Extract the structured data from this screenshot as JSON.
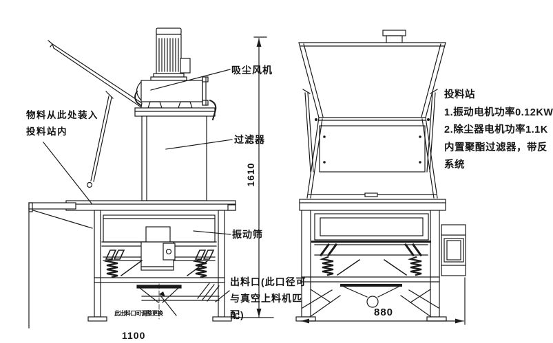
{
  "drawing": {
    "kind": "feeding-station technical drawing, side view and front view",
    "background": "#ffffff",
    "line_color": "#1b1b1b"
  },
  "labels": {
    "material_note_line1": "物料从此处装入",
    "material_note_line2": "投料站内",
    "fan": "吸尘风机",
    "filter": "过滤器",
    "sieve": "振动筛",
    "outlet_line1": "出料口(此口径可",
    "outlet_line2": "与真空上料机匹",
    "outlet_line3": "配)",
    "tiny_note": "此出料口可调整更换"
  },
  "dimensions": {
    "height": "1610",
    "depth": "1100",
    "width": "880"
  },
  "specs": {
    "title": "投料站",
    "line1": "1.振动电机功率0.12KW",
    "line2": "2.除尘器电机功率1.1K",
    "line3": "内置聚酯过滤器，带反",
    "line4": "系统"
  }
}
